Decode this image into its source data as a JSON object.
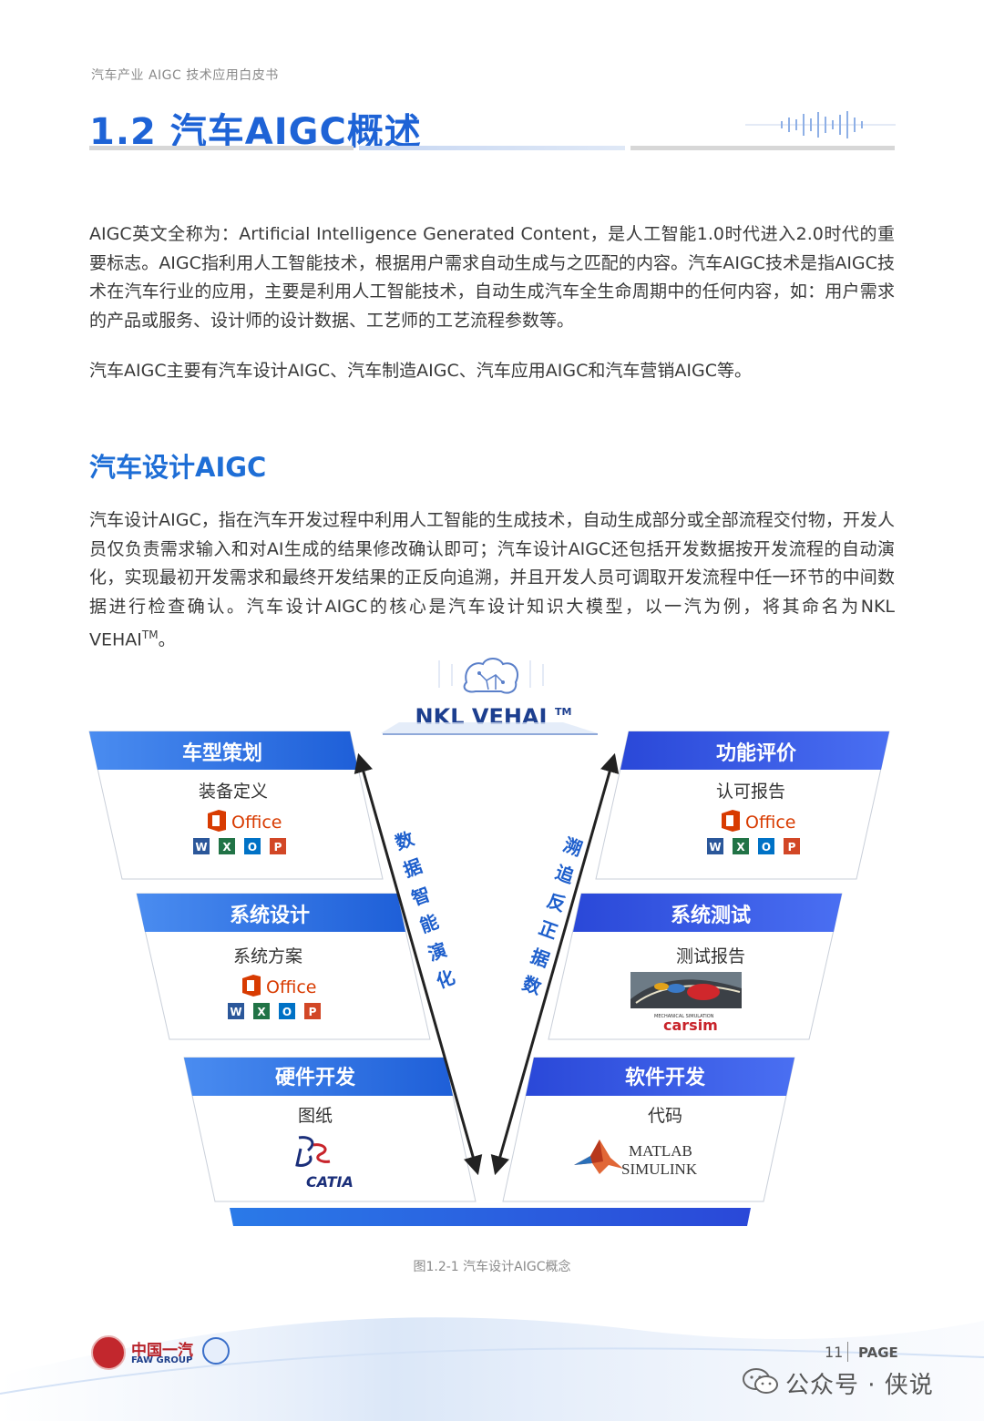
{
  "header": {
    "doc_title": "汽车产业 AIGC 技术应用白皮书"
  },
  "section": {
    "title": "1.2 汽车AIGC概述"
  },
  "paragraphs": {
    "p1": "AIGC英文全称为：Artificial Intelligence Generated Content，是人工智能1.0时代进入2.0时代的重要标志。AIGC指利用人工智能技术，根据用户需求自动生成与之匹配的内容。汽车AIGC技术是指AIGC技术在汽车行业的应用，主要是利用人工智能技术，自动生成汽车全生命周期中的任何内容，如：用户需求的产品或服务、设计师的设计数据、工艺师的工艺流程参数等。",
    "p2": "汽车AIGC主要有汽车设计AIGC、汽车制造AIGC、汽车应用AIGC和汽车营销AIGC等。"
  },
  "subsection": {
    "title": "汽车设计AIGC",
    "p3": "汽车设计AIGC，指在汽车开发过程中利用人工智能的生成技术，自动生成部分或全部流程交付物，开发人员仅负责需求输入和对AI生成的结果修改确认即可；汽车设计AIGC还包括开发数据按开发流程的自动演化，实现最初开发需求和最终开发结果的正反向追溯，并且开发人员可调取开发流程中任一环节的中间数据进行检查确认。汽车设计AIGC的核心是汽车设计知识大模型，以一汽为例，将其命名为NKL VEHAI",
    "tm": "TM",
    "end": "。"
  },
  "diagram": {
    "model_name": "NKL VEHAI",
    "model_tm": "TM",
    "left_arrow_label": [
      "数",
      "据",
      "智",
      "能",
      "演",
      "化"
    ],
    "right_arrow_label": [
      "数",
      "据",
      "正",
      "反",
      "追",
      "溯"
    ],
    "left": [
      {
        "band": "车型策划",
        "item": "装备定义",
        "tool": "Office"
      },
      {
        "band": "系统设计",
        "item": "系统方案",
        "tool": "Office"
      },
      {
        "band": "硬件开发",
        "item": "图纸",
        "tool": "CATIA"
      }
    ],
    "right": [
      {
        "band": "功能评价",
        "item": "认可报告",
        "tool": "Office"
      },
      {
        "band": "系统测试",
        "item": "测试报告",
        "tool": "carsim",
        "tool_sub": "MECHANICAL SIMULATION"
      },
      {
        "band": "软件开发",
        "item": "代码",
        "tool": "MATLAB",
        "tool2": "SIMULINK"
      }
    ],
    "office_glyphs": {
      "word": "W",
      "excel": "X",
      "outlook": "O",
      "powerpoint": "P"
    },
    "colors": {
      "band_blue": "#2b6ae0",
      "band_right": "#3a55e0",
      "office_red": "#d83b01"
    }
  },
  "figure_caption": "图1.2-1 汽车设计AIGC概念",
  "footer": {
    "logo_cn": "中国一汽",
    "logo_en": "FAW GROUP",
    "page_number": "11",
    "page_label": "PAGE",
    "watermark": "公众号 · 侠说"
  }
}
